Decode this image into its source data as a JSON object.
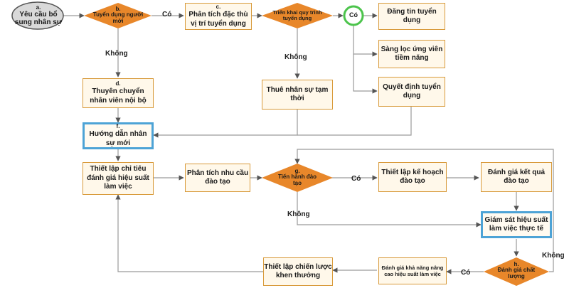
{
  "nodes": {
    "a": {
      "tag": "a.",
      "text": "Yêu cầu bổ sung nhân sự"
    },
    "b": {
      "tag": "b.",
      "text": "Tuyển dụng người mới"
    },
    "c": {
      "tag": "c.",
      "text": "Phân tích đặc thù vị trí tuyển dụng"
    },
    "trien_khai": {
      "text": "Triển khai quy trình tuyển dụng"
    },
    "co_circle": {
      "text": "Có"
    },
    "dang_tin": {
      "text": "Đăng tin tuyển dụng"
    },
    "sang_loc": {
      "text": "Sàng lọc ứng viên tiềm năng"
    },
    "quyet_dinh": {
      "text": "Quyết định tuyển dụng"
    },
    "d": {
      "tag": "d.",
      "text": "Thuyên chuyển nhân viên nội bộ"
    },
    "thue": {
      "text": "Thuê nhân sự tạm thời"
    },
    "f": {
      "tag": "f.",
      "text": "Hướng dẫn nhân sự mới"
    },
    "thiet_lap_chi_tieu": {
      "text": "Thiết lập chỉ tiêu đánh giá hiệu suất làm việc"
    },
    "phan_tich_nhu_cau": {
      "text": "Phân tích nhu cầu đào tạo"
    },
    "g": {
      "tag": "g.",
      "text": "Tiến hành đào tạo"
    },
    "ke_hoach": {
      "text": "Thiết lập kế hoạch đào tạo"
    },
    "danh_gia_ket_qua": {
      "text": "Đánh giá kết quả đào tạo"
    },
    "giam_sat": {
      "text": "Giám sát hiệu suất làm việc thực tế"
    },
    "h": {
      "tag": "h.",
      "text": "Đánh giá chất lượng"
    },
    "danh_gia_kha_nang": {
      "text": "Đánh giá khả năng nâng cao hiệu suất làm việc"
    },
    "chien_luoc": {
      "text": "Thiết lập chiến lược khen thưởng"
    }
  },
  "edge_labels": {
    "b_yes": "Có",
    "b_no": "Không",
    "trien_khai_no": "Không",
    "g_yes": "Có",
    "g_no": "Không",
    "h_yes": "Có",
    "h_no": "Không"
  },
  "colors": {
    "diamond": "#e8872a",
    "box_fill": "#fff8ea",
    "box_border": "#d89a3a",
    "highlight_border": "#4da3d6",
    "circle": "#4cc44c",
    "start_fill": "#d9d9d9",
    "connector": "#9a9a9a"
  }
}
